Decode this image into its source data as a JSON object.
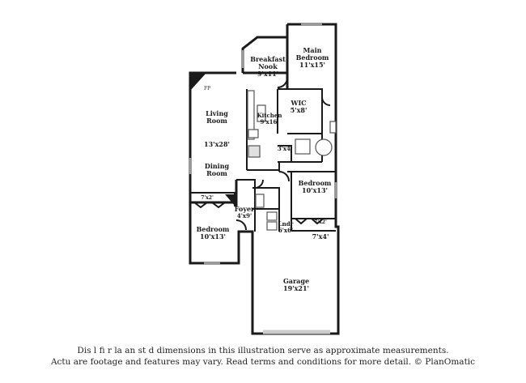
{
  "rooms": {
    "main_bedroom": {
      "name": "Main Bedroom",
      "line1": "Main",
      "line2": "Bedroom",
      "dims": "11'x15'"
    },
    "breakfast_nook": {
      "line1": "Breakfast",
      "line2": "Nook",
      "dims": "9'x11'"
    },
    "wic": {
      "name": "WIC",
      "dims": "5'x8'"
    },
    "kitchen": {
      "name": "Kitchen",
      "dims": "9'x16'"
    },
    "living_room": {
      "line1": "Living",
      "line2": "Room",
      "dims": "13'x28'"
    },
    "dining_room": {
      "line1": "Dining",
      "line2": "Room"
    },
    "bath_3x4": {
      "dims": "3'x4'"
    },
    "bedroom_right": {
      "name": "Bedroom",
      "dims": "10'x13'"
    },
    "closet_left": {
      "dims": "7'x2'"
    },
    "foyer": {
      "name": "Foyer",
      "dims": "4'x9'"
    },
    "closet_right": {
      "dims": "7'x2'"
    },
    "laundry": {
      "name": "Lndr",
      "dims": "6'x6'"
    },
    "bedroom_left": {
      "name": "Bedroom",
      "dims": "10'x13'"
    },
    "storage": {
      "dims": "7'x4'"
    },
    "garage": {
      "name": "Garage",
      "dims": "19'x21'"
    },
    "fireplace": {
      "label": "FP"
    }
  },
  "disclaimer": {
    "line1": "Dis       l fi   r  la   an  st   d dimensions in this illustration serve as approximate measurements.",
    "line2": "Actu      are footage and features may vary. Read terms and conditions for more detail. © PlanOmatic"
  },
  "colors": {
    "wall": "#1a1a1a",
    "fixture": "#555555",
    "window": "#9a9a9a"
  }
}
